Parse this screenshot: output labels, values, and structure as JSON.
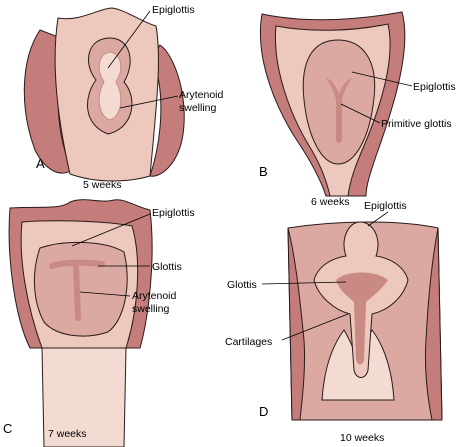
{
  "colors": {
    "outer_tissue": "#c47d7a",
    "dark_tissue": "#a9605e",
    "mid_tissue": "#dba9a1",
    "light_tissue": "#ecc8bd",
    "pale_tissue": "#f3dbd1",
    "groove": "#c98a84",
    "outline": "#2a1a1a"
  },
  "panels": {
    "a": {
      "letter": "A",
      "age": "5 weeks",
      "labels": {
        "epiglottis": "Epiglottis",
        "arytenoid_1": "Arytenoid",
        "arytenoid_2": "swelling"
      }
    },
    "b": {
      "letter": "B",
      "age": "6 weeks",
      "labels": {
        "epiglottis": "Epiglottis",
        "glottis": "Primitive glottis"
      }
    },
    "c": {
      "letter": "C",
      "age": "7 weeks",
      "labels": {
        "epiglottis": "Epiglottis",
        "glottis": "Glottis",
        "arytenoid_1": "Arytenoid",
        "arytenoid_2": "swelling"
      }
    },
    "d": {
      "letter": "D",
      "age": "10 weeks",
      "labels": {
        "epiglottis": "Epiglottis",
        "glottis": "Glottis",
        "cartilages": "Cartilages"
      }
    }
  }
}
